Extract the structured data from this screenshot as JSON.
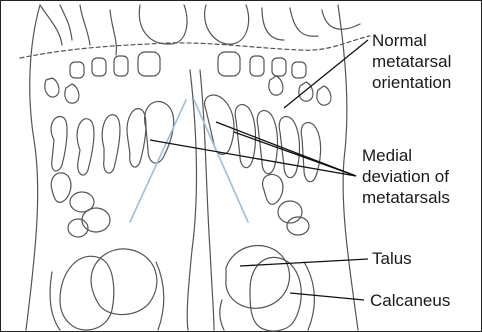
{
  "labels": {
    "normal_metatarsal": [
      "Normal",
      "metatarsal",
      "orientation"
    ],
    "medial_deviation": [
      "Medial",
      "deviation of",
      "metatarsals"
    ],
    "talus": "Talus",
    "calcaneus": "Calcaneus"
  },
  "colors": {
    "outline": "#555555",
    "axis_lines": "#9dbfdc",
    "leader_lines": "#111111",
    "text": "#1a1a1a"
  }
}
